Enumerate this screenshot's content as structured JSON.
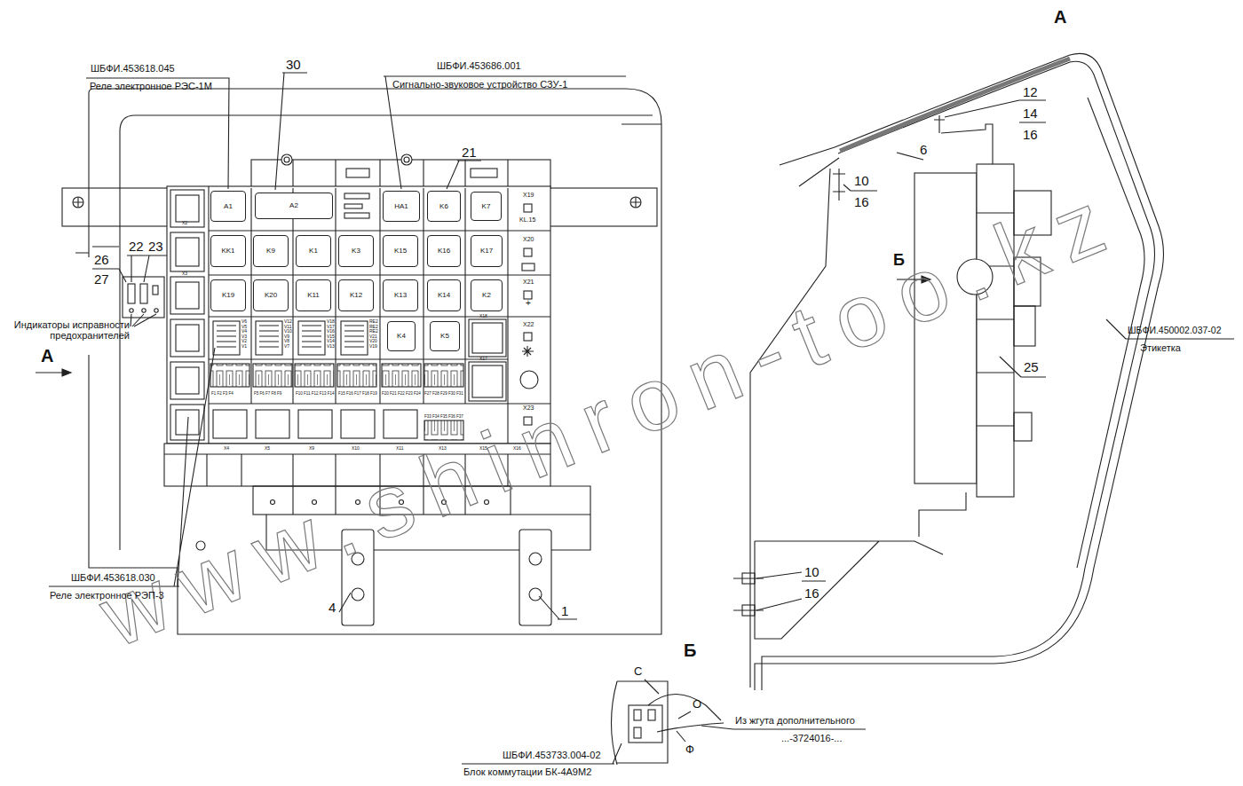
{
  "diagram": {
    "nodes": [
      {
        "text": [
          "A1"
        ]
      },
      {
        "text": [
          "A2"
        ]
      },
      {
        "text": [
          "HA1"
        ]
      },
      {
        "text": [
          "K6"
        ]
      },
      {
        "text": [
          "K7"
        ]
      },
      {
        "text": [
          "KK1"
        ]
      },
      {
        "text": [
          "K9"
        ]
      },
      {
        "text": [
          "K1"
        ]
      },
      {
        "text": [
          "K3"
        ]
      },
      {
        "text": [
          "K15"
        ]
      },
      {
        "text": [
          "K16"
        ]
      },
      {
        "text": [
          "K17"
        ]
      },
      {
        "text": [
          "K19"
        ]
      },
      {
        "text": [
          "K20"
        ]
      },
      {
        "text": [
          "K11"
        ]
      },
      {
        "text": [
          "K12"
        ]
      },
      {
        "text": [
          "K13"
        ]
      },
      {
        "text": [
          "K14"
        ]
      },
      {
        "text": [
          "K2"
        ]
      },
      {
        "text": [
          "K4"
        ]
      },
      {
        "text": [
          "K5"
        ]
      }
    ],
    "labels": [
      "ШБФИ.453618.045",
      "Реле электронное РЭС-1М",
      "30",
      "ШБФИ.453686.001",
      "Сигнально-звуковое устройство СЗУ-1",
      "21",
      "А",
      "12",
      "14",
      "16",
      "6",
      "10",
      "16",
      "Б",
      "25",
      "ШБФИ.450002.037-02",
      "Этикетка",
      "26",
      "27",
      "22",
      "23",
      "Индикаторы исправности предохранителей",
      "А",
      "ШБФИ.453618.030",
      "Реле электронное РЭП-3",
      "4",
      "1",
      "Б",
      "С",
      "О",
      "Ф",
      "Из жгута дополнительного",
      "...-3724016-...",
      "ШБФИ.453733.004-02",
      "Блок коммутации БК-4А9М2",
      "10",
      "16",
      "X19",
      "KL.15",
      "X20",
      "X21",
      "+",
      "X22",
      "X23",
      "X2",
      "X3",
      "X18",
      "X17",
      "V6 V5 V4 V3 V2 V1",
      "V12 V11 V10 V9 V8 V7",
      "V18 V17 V16 V15 V14 V13",
      "RE2 RE2 RE2 V21 V20 V19",
      "F1 F2 F3 F4",
      "F5 F6 F7 F8 F9",
      "F10 F11 F12 F13 F14",
      "F15 F16 F17 F18 F19",
      "F20 F21 F22 F23 F24",
      "F27 F28 F29 F30 F31",
      "F33 F34 F35 F36 F37",
      "X4",
      "X5",
      "X9",
      "X10",
      "X11",
      "X13",
      "X15",
      "X16",
      "www.shinron-too.kz"
    ]
  }
}
